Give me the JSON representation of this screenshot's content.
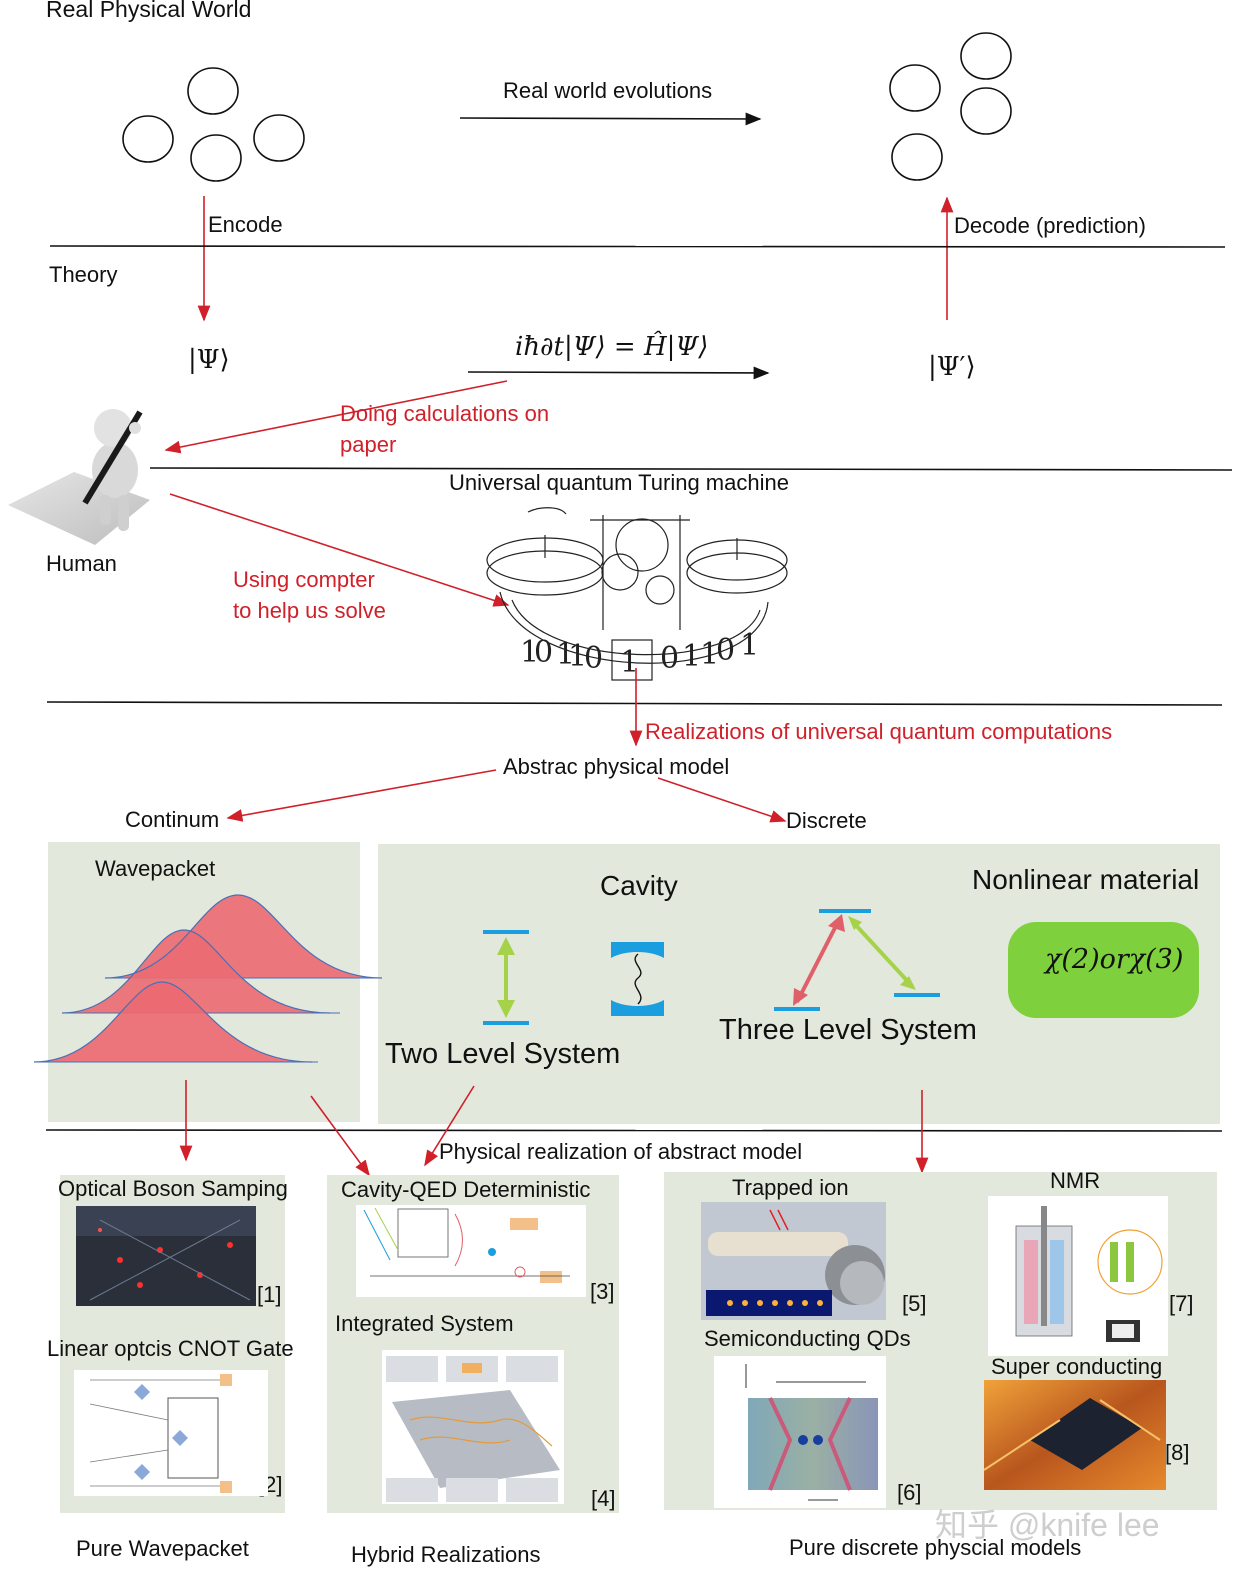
{
  "sections": {
    "real_world": "Real Physical World",
    "theory": "Theory",
    "human": "Human",
    "utm": "Universal quantum Turing machine"
  },
  "arrows": {
    "real_evolution": "Real world evolutions",
    "encode": "Encode",
    "decode": "Decode (prediction)",
    "paper_1": "Doing calculations on",
    "paper_2": "paper",
    "computer_1": "Using compter",
    "computer_2": "to help us solve",
    "realizations": "Realizations of universal quantum computations"
  },
  "theory": {
    "psi": "|Ψ⟩",
    "psi_prime": "|Ψ′⟩",
    "equation": "iħ∂t|Ψ⟩ = Ĥ|Ψ⟩"
  },
  "model": {
    "abstract": "Abstrac physical model",
    "continuum": "Continum",
    "discrete": "Discrete",
    "wavepacket": "Wavepacket",
    "cavity": "Cavity",
    "nonlinear": "Nonlinear material",
    "chi": "χ(2)orχ(3)",
    "two_level": "Two Level System",
    "three_level": "Three Level System"
  },
  "physical": {
    "header": "Physical realization of abstract model",
    "boson": "Optical Boson Samping",
    "cnot": "Linear optcis CNOT Gate",
    "cqed": "Cavity-QED Deterministic",
    "integrated": "Integrated System",
    "ion": "Trapped ion",
    "nmr": "NMR",
    "qds": "Semiconducting QDs",
    "sc": "Super conducting",
    "ref1": "[1]",
    "ref2": "[2]",
    "ref3": "[3]",
    "ref4": "[4]",
    "ref5": "[5]",
    "ref6": "[6]",
    "ref7": "[7]",
    "ref8": "[8]",
    "bottom_pure_wave": "Pure Wavepacket",
    "bottom_hybrid": "Hybrid Realizations",
    "bottom_discrete": "Pure discrete physcial models"
  },
  "watermark": "知乎 @knife lee",
  "colors": {
    "arrow_red": "#d0202a",
    "panel_bg": "#e2e8dc",
    "gauss_fill": "#ec6a72",
    "level_blue": "#1a9ee0",
    "level_green": "#a6d24a",
    "level_red": "#e0606a",
    "nonlinear_green": "#7ed03c"
  }
}
